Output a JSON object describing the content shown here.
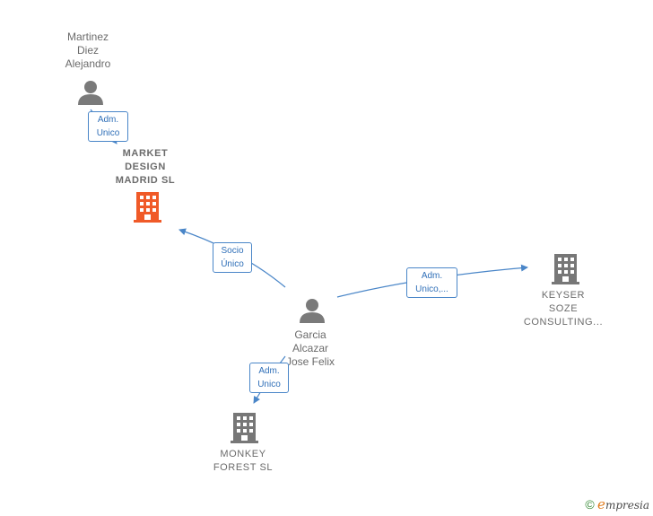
{
  "nodes": {
    "martinez": {
      "label": "Martinez\nDiez\nAlejandro",
      "icon": "person-icon"
    },
    "market": {
      "label": "MARKET\nDESIGN\nMADRID  SL",
      "icon": "building-icon",
      "color": "#f05a28"
    },
    "garcia": {
      "label": "Garcia\nAlcazar\nJose Felix",
      "icon": "person-icon"
    },
    "keyser": {
      "label": "KEYSER\nSOZE\nCONSULTING...",
      "icon": "building-icon",
      "color": "#777777"
    },
    "monkey": {
      "label": "MONKEY\nFOREST  SL",
      "icon": "building-icon",
      "color": "#777777"
    }
  },
  "edges": {
    "martinez_market": "Adm.\nUnico",
    "garcia_market": "Socio\nÚnico",
    "garcia_keyser": "Adm.\nUnico,...",
    "garcia_monkey": "Adm.\nUnico"
  },
  "colors": {
    "edge": "#4a86c8",
    "person": "#7a7a7a",
    "main_company": "#f05a28",
    "company": "#777777"
  },
  "footer": {
    "copyright": "©",
    "brand_initial": "e",
    "brand_rest": "mpresia"
  }
}
